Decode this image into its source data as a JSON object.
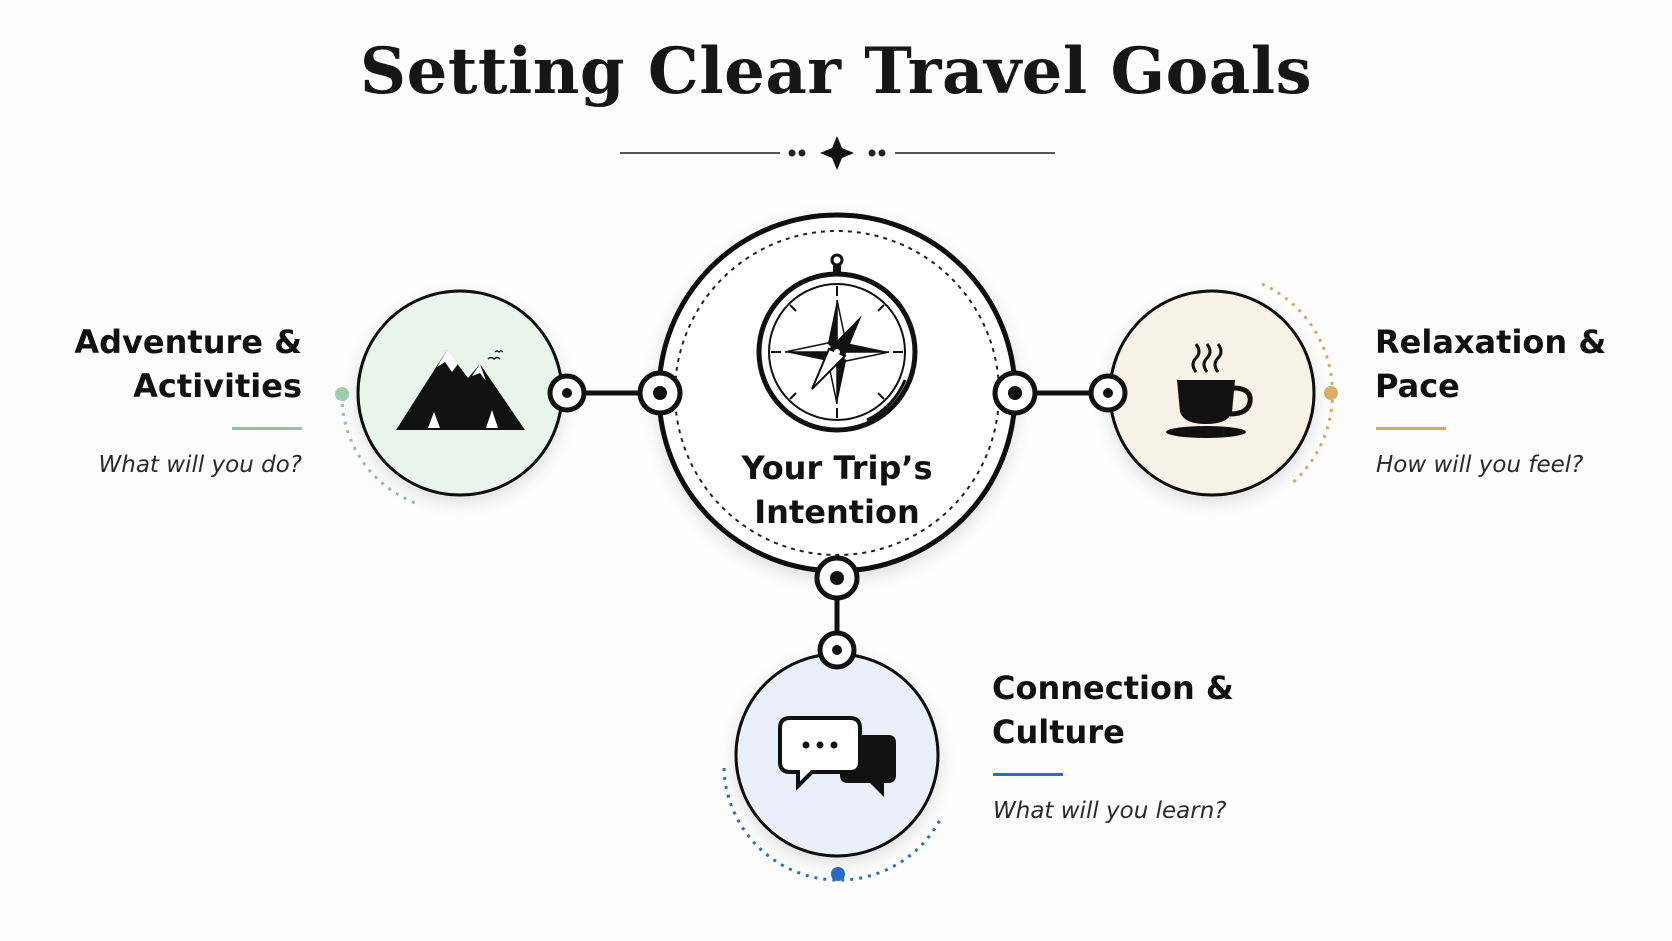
{
  "title": "Setting Clear Travel Goals",
  "center": {
    "line1": "Your Trip’s",
    "line2": "Intention",
    "icon": "compass-icon"
  },
  "goals": {
    "adventure": {
      "label_line1": "Adventure &",
      "label_line2": "Activities",
      "question": "What will you do?",
      "icon": "mountain-icon",
      "color": "#8ec4a3",
      "fill": "#e9f4ec"
    },
    "relaxation": {
      "label_line1": "Relaxation &",
      "label_line2": "Pace",
      "question": "How will you feel?",
      "icon": "coffee-cup-icon",
      "color": "#d9a860",
      "fill": "#f8f1e6"
    },
    "connection": {
      "label_line1": "Connection &",
      "label_line2": "Culture",
      "question": "What will you learn?",
      "icon": "chat-bubbles-icon",
      "color": "#2a6cc7",
      "fill": "#e8eff8"
    }
  }
}
